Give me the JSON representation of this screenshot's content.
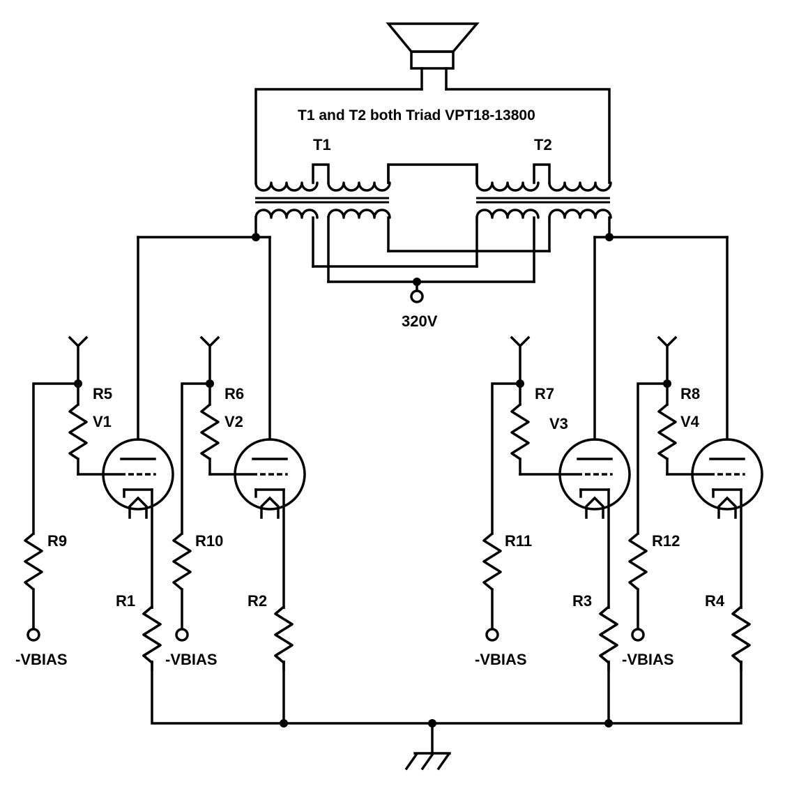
{
  "diagram": {
    "note": "T1 and T2 both Triad VPT18-13800",
    "supply_label": "320V",
    "ground_label": "",
    "transformers": [
      {
        "id": "T1",
        "label": "T1"
      },
      {
        "id": "T2",
        "label": "T2"
      }
    ],
    "tubes": [
      {
        "id": "V1",
        "label": "V1"
      },
      {
        "id": "V2",
        "label": "V2"
      },
      {
        "id": "V3",
        "label": "V3"
      },
      {
        "id": "V4",
        "label": "V4"
      }
    ],
    "resistors": [
      {
        "id": "R1",
        "label": "R1"
      },
      {
        "id": "R2",
        "label": "R2"
      },
      {
        "id": "R3",
        "label": "R3"
      },
      {
        "id": "R4",
        "label": "R4"
      },
      {
        "id": "R5",
        "label": "R5"
      },
      {
        "id": "R6",
        "label": "R6"
      },
      {
        "id": "R7",
        "label": "R7"
      },
      {
        "id": "R8",
        "label": "R8"
      },
      {
        "id": "R9",
        "label": "R9"
      },
      {
        "id": "R10",
        "label": "R10"
      },
      {
        "id": "R11",
        "label": "R11"
      },
      {
        "id": "R12",
        "label": "R12"
      }
    ],
    "bias_terminals": [
      {
        "id": "bias-1",
        "label": "-VBIAS"
      },
      {
        "id": "bias-2",
        "label": "-VBIAS"
      },
      {
        "id": "bias-3",
        "label": "-VBIAS"
      },
      {
        "id": "bias-4",
        "label": "-VBIAS"
      }
    ]
  }
}
